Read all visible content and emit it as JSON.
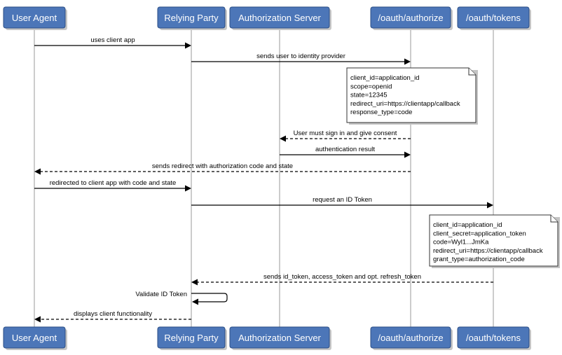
{
  "participants": [
    {
      "id": "ua",
      "label": "User Agent"
    },
    {
      "id": "rp",
      "label": "Relying Party"
    },
    {
      "id": "as",
      "label": "Authorization Server"
    },
    {
      "id": "az",
      "label": "/oauth/authorize"
    },
    {
      "id": "tk",
      "label": "/oauth/tokens"
    }
  ],
  "messages": [
    {
      "from": "ua",
      "to": "rp",
      "label": "uses client app",
      "style": "solid"
    },
    {
      "from": "rp",
      "to": "az",
      "label": "sends user to identity provider",
      "style": "solid"
    },
    {
      "from": "az",
      "to": "as",
      "label": "User must sign in and give consent",
      "style": "dashed"
    },
    {
      "from": "as",
      "to": "az",
      "label": "authentication result",
      "style": "solid"
    },
    {
      "from": "az",
      "to": "ua",
      "label": "sends redirect with authorization code and state",
      "style": "dashed"
    },
    {
      "from": "ua",
      "to": "rp",
      "label": "redirected to client app with code and state",
      "style": "solid"
    },
    {
      "from": "rp",
      "to": "tk",
      "label": "request an ID Token",
      "style": "solid"
    },
    {
      "from": "tk",
      "to": "rp",
      "label": "sends id_token, access_token and opt. refresh_token",
      "style": "dashed"
    },
    {
      "from": "rp",
      "to": "rp",
      "label": "Validate ID Token",
      "style": "solid"
    },
    {
      "from": "rp",
      "to": "ua",
      "label": "displays client functionality",
      "style": "dashed"
    }
  ],
  "notes": [
    {
      "over": "az",
      "lines": [
        "client_id=application_id",
        "scope=openid",
        "state=12345",
        "redirect_uri=https://clientapp/callback",
        "response_type=code"
      ]
    },
    {
      "over": "tk",
      "lines": [
        "client_id=application_id",
        "client_secret=application_token",
        "code=Wyl1...JmKa",
        "redirect_uri=https://clientapp/callback",
        "grant_type=authorization_code"
      ]
    }
  ]
}
